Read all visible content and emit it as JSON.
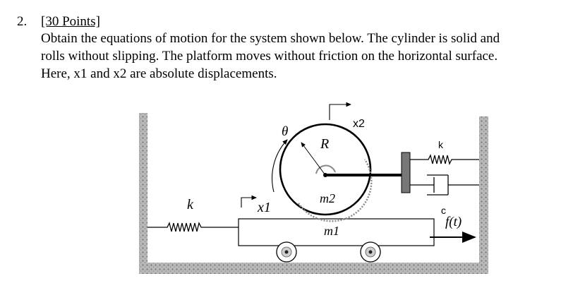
{
  "problem": {
    "number": "2.",
    "points": "[30 Points]",
    "lines": [
      "Obtain the equations of motion for the system shown below. The cylinder is solid and",
      "rolls without slipping. The platform moves without friction on the horizontal surface.",
      "Here, x1 and x2 are absolute displacements."
    ]
  },
  "figure": {
    "theta": "θ",
    "radius": "R",
    "x2": "x2",
    "x1": "x1",
    "spring_right": "k",
    "damper": "c",
    "spring_left": "k",
    "m2": "m2",
    "m1": "m1",
    "force": "f(t)"
  }
}
